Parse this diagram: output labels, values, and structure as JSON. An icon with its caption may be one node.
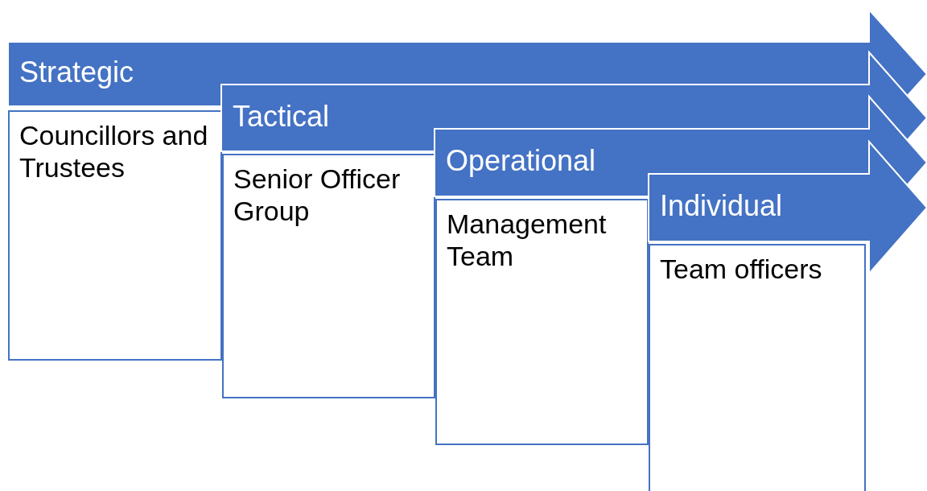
{
  "diagram": {
    "nodes": [
      {
        "text": [
          "Strategic"
        ]
      },
      {
        "text": [
          "Councillors and Trustees"
        ]
      },
      {
        "text": [
          "Tactical"
        ]
      },
      {
        "text": [
          "Senior Officer Group"
        ]
      },
      {
        "text": [
          "Operational"
        ]
      },
      {
        "text": [
          "Management Team"
        ]
      },
      {
        "text": [
          "Individual"
        ]
      },
      {
        "text": [
          "Team officers"
        ]
      }
    ]
  }
}
